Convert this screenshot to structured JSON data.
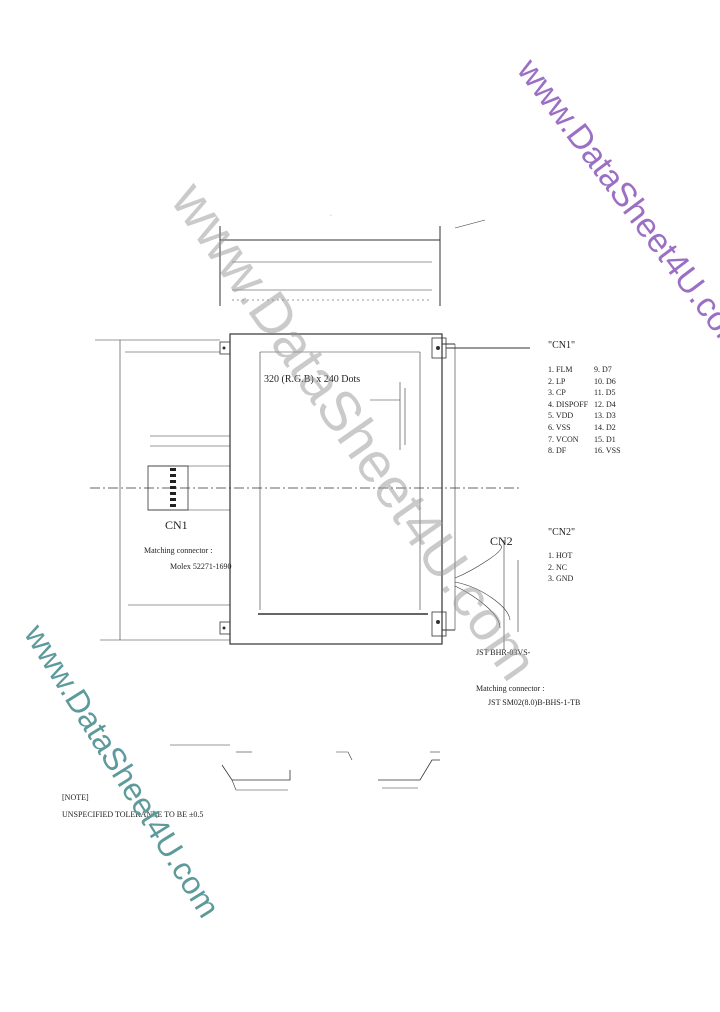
{
  "panel": {
    "resolution": "320 (R.G.B) x 240 Dots"
  },
  "cn1": {
    "label": "CN1",
    "heading": "\"CN1\"",
    "matching_label": "Matching connector :",
    "matching_part": "Molex 52271-1690",
    "pins_left": [
      "1. FLM",
      "2. LP",
      "3. CP",
      "4. DISPOFF",
      "5. VDD",
      "6. VSS",
      "7. VCON",
      "8. DF"
    ],
    "pins_right": [
      "9. D7",
      "10. D6",
      "11. D5",
      "12. D4",
      "13. D3",
      "14. D2",
      "15. D1",
      "16. VSS"
    ]
  },
  "cn2": {
    "label": "CN2",
    "heading": "\"CN2\"",
    "pins": [
      "1. HOT",
      "2. NC",
      "3. GND"
    ],
    "connector_part": "JST BHR-03VS-",
    "matching_label": "Matching connector :",
    "matching_part": "JST SM02(8.0)B-BHS-1-TB"
  },
  "note": {
    "title": "[NOTE]",
    "text": "UNSPECIFIED TOLERANCE TO BE ±0.5"
  },
  "watermarks": {
    "top_right": "www.DataSheet4U.com",
    "center": "www.DataSheet4U.com",
    "bottom_left": "www.DataSheet4U.com"
  },
  "colors": {
    "line": "#333333",
    "watermark_purple": "#9b6fc4",
    "watermark_grey": "#969696",
    "watermark_teal": "#5d9a9c"
  }
}
